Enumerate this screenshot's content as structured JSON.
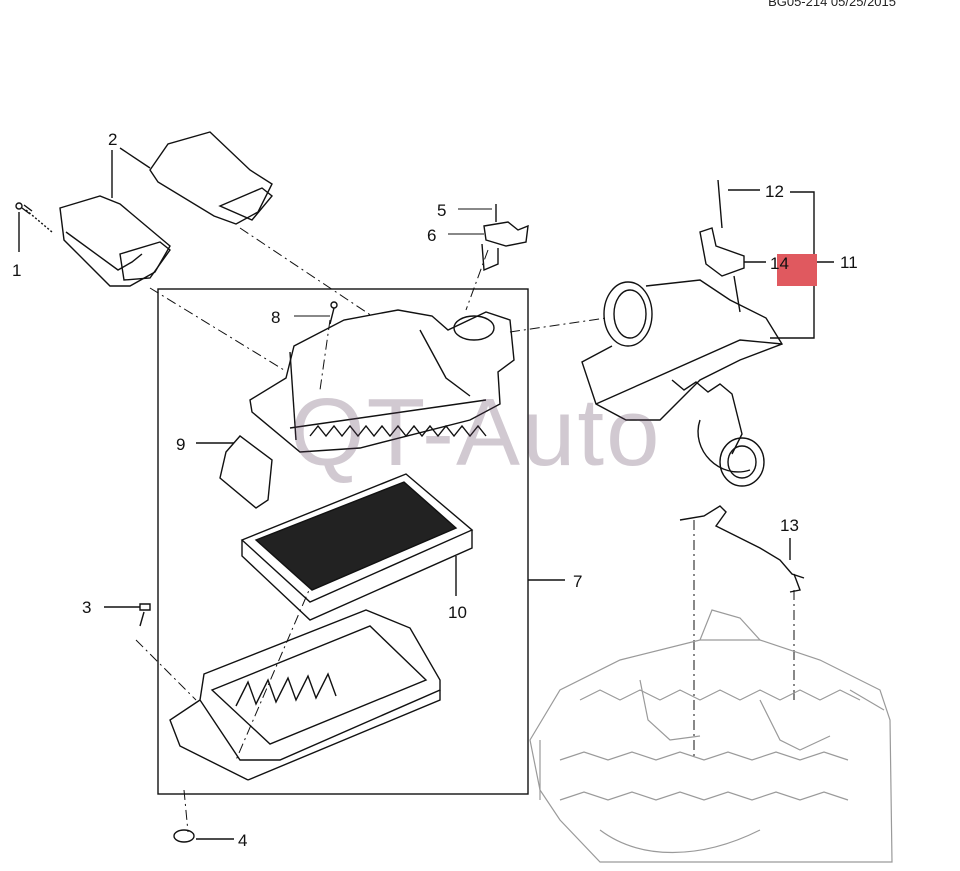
{
  "header": {
    "doc_code": "BG05-214 05/25/2015"
  },
  "watermark": "QT-Auto",
  "callouts": [
    {
      "id": "1",
      "text": "1"
    },
    {
      "id": "2",
      "text": "2"
    },
    {
      "id": "3",
      "text": "3"
    },
    {
      "id": "4",
      "text": "4"
    },
    {
      "id": "5",
      "text": "5"
    },
    {
      "id": "6",
      "text": "6"
    },
    {
      "id": "7",
      "text": "7"
    },
    {
      "id": "8",
      "text": "8"
    },
    {
      "id": "9",
      "text": "9"
    },
    {
      "id": "10",
      "text": "10"
    },
    {
      "id": "11",
      "text": "11"
    },
    {
      "id": "12",
      "text": "12"
    },
    {
      "id": "13",
      "text": "13"
    },
    {
      "id": "14",
      "text": "14"
    }
  ],
  "colors": {
    "highlight": "#e0595f",
    "line": "#111111",
    "engine": "#9a9a9a"
  }
}
